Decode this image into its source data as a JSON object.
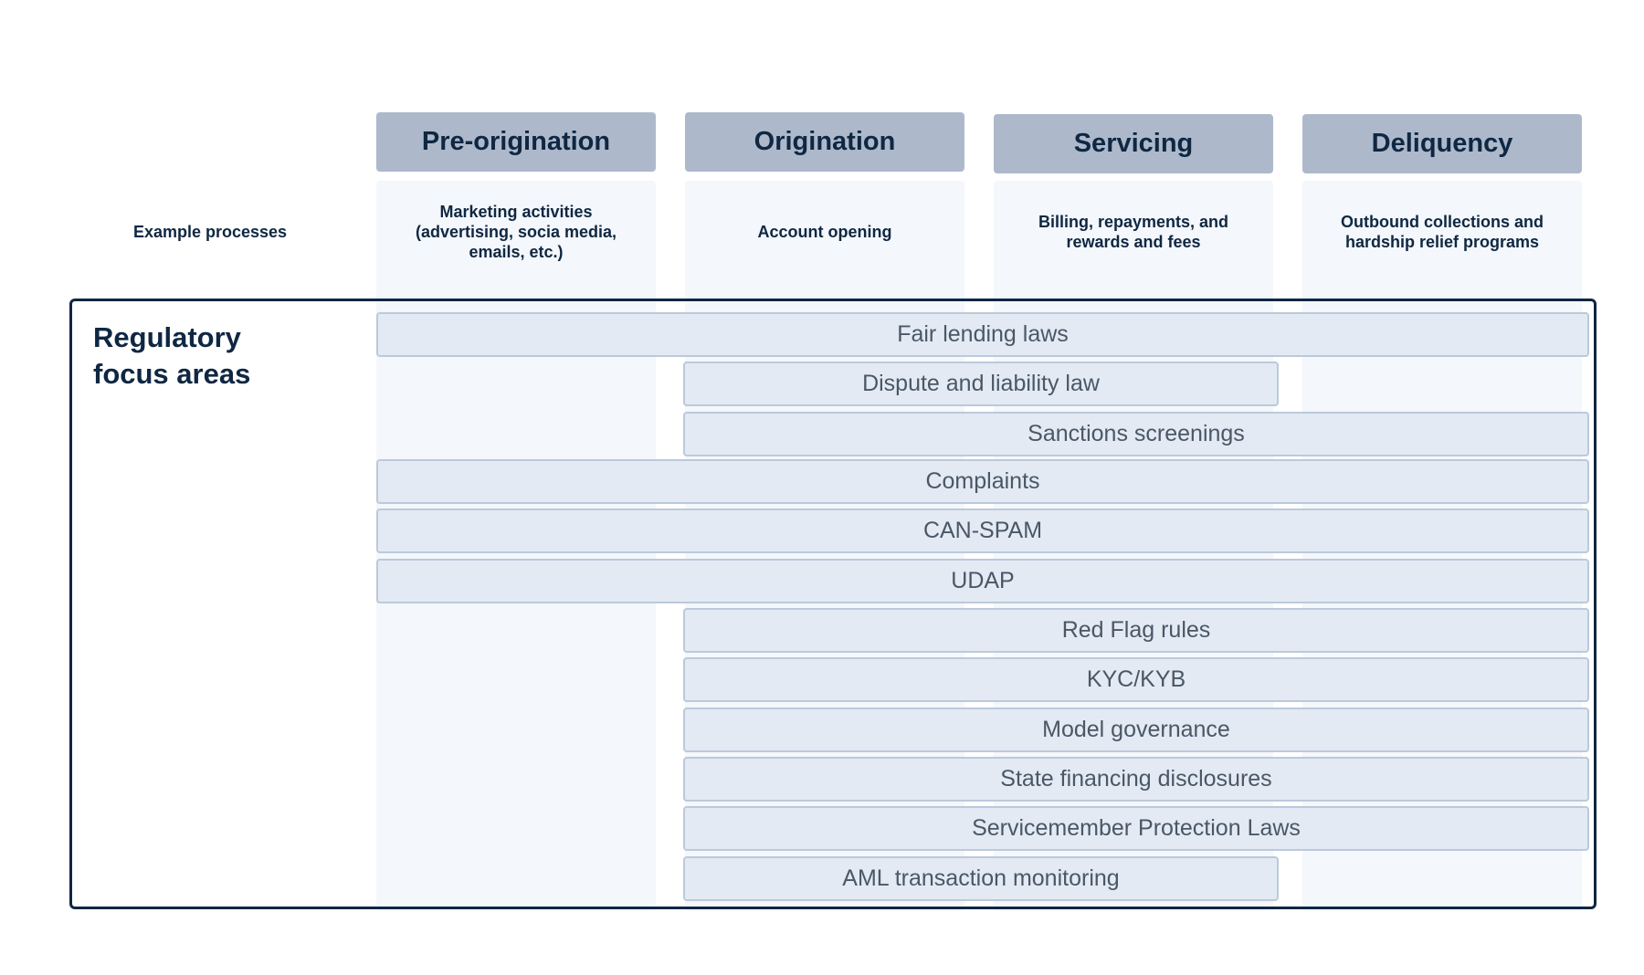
{
  "stages": [
    "Pre-origination",
    "Origination",
    "Servicing",
    "Deliquency"
  ],
  "example_processes": {
    "label": "Example processes",
    "items": [
      "Marketing activities (advertising, socia media, emails, etc.)",
      "Account opening",
      "Billing, repayments, and rewards and fees",
      "Outbound collections and hardship relief programs"
    ]
  },
  "regulatory": {
    "title": "Regulatory focus areas",
    "areas": [
      {
        "label": "Fair lending laws",
        "stages": [
          "Pre-origination",
          "Origination",
          "Servicing",
          "Deliquency"
        ]
      },
      {
        "label": "Dispute and liability law",
        "stages": [
          "Origination",
          "Servicing"
        ]
      },
      {
        "label": "Sanctions screenings",
        "stages": [
          "Origination",
          "Servicing",
          "Deliquency"
        ]
      },
      {
        "label": "Complaints",
        "stages": [
          "Pre-origination",
          "Origination",
          "Servicing",
          "Deliquency"
        ]
      },
      {
        "label": "CAN-SPAM",
        "stages": [
          "Pre-origination",
          "Origination",
          "Servicing",
          "Deliquency"
        ]
      },
      {
        "label": "UDAP",
        "stages": [
          "Pre-origination",
          "Origination",
          "Servicing",
          "Deliquency"
        ]
      },
      {
        "label": "Red Flag rules",
        "stages": [
          "Origination",
          "Servicing",
          "Deliquency"
        ]
      },
      {
        "label": "KYC/KYB",
        "stages": [
          "Origination",
          "Servicing",
          "Deliquency"
        ]
      },
      {
        "label": "Model governance",
        "stages": [
          "Origination",
          "Servicing",
          "Deliquency"
        ]
      },
      {
        "label": "State financing disclosures",
        "stages": [
          "Origination",
          "Servicing",
          "Deliquency"
        ]
      },
      {
        "label": "Servicemember Protection Laws",
        "stages": [
          "Origination",
          "Servicing",
          "Deliquency"
        ]
      },
      {
        "label": "AML transaction monitoring",
        "stages": [
          "Origination",
          "Servicing"
        ]
      }
    ]
  }
}
